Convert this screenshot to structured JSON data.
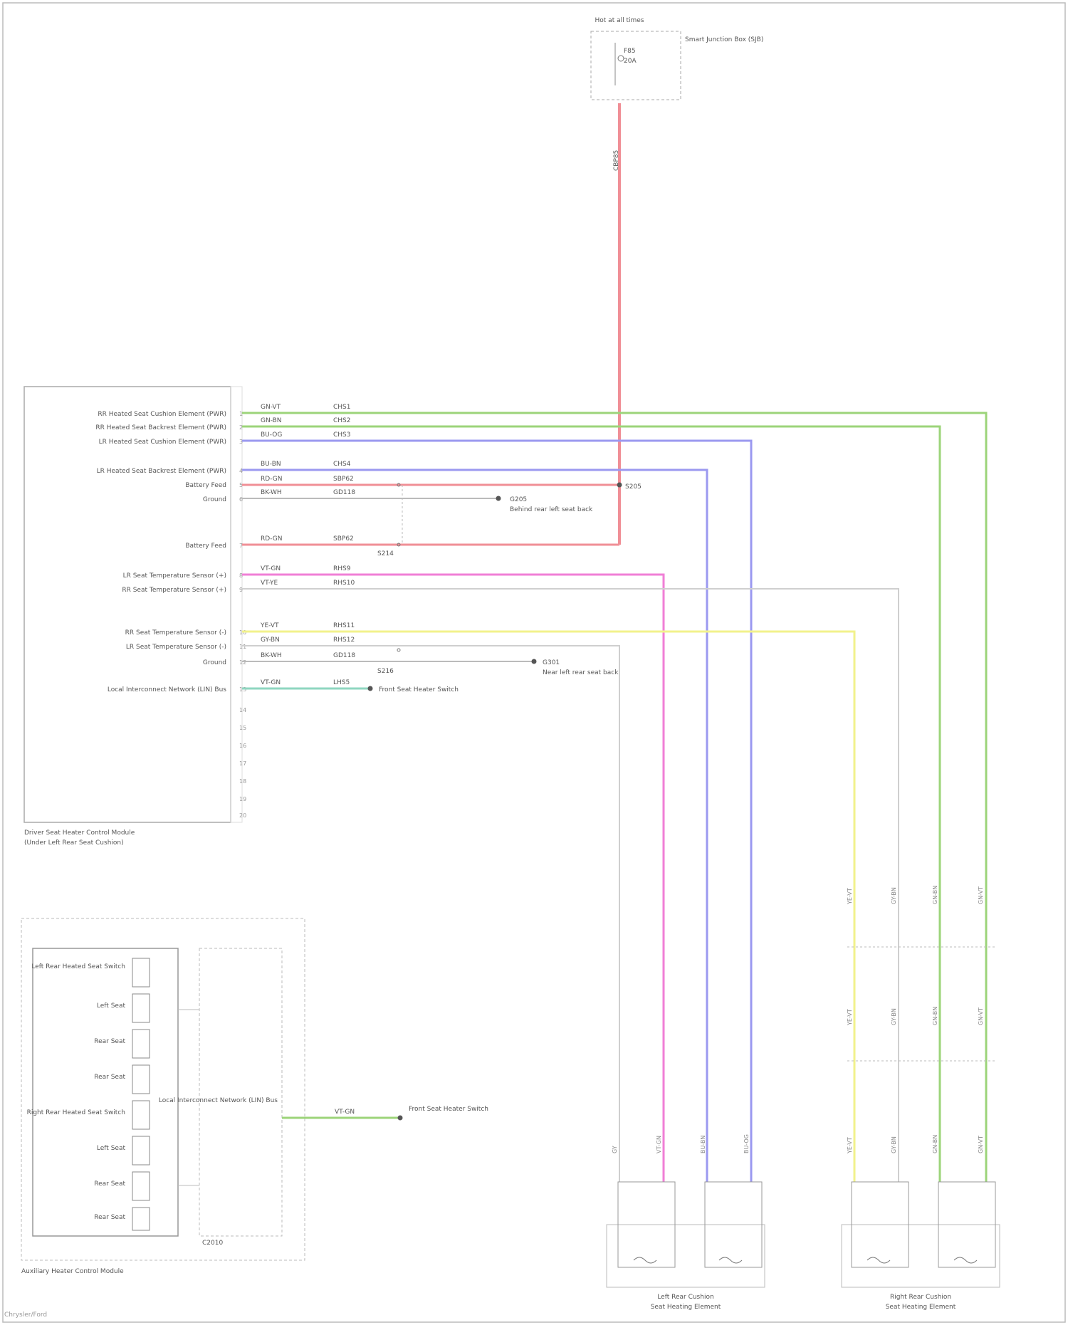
{
  "colors": {
    "red": "#f08f96",
    "green": "#9cd47a",
    "blue": "#9b99f0",
    "pink": "#f07fd6",
    "yellow": "#f2f28c",
    "gray": "#c8c8c8",
    "teal": "#8fd6c0"
  },
  "top_fuse": {
    "label": "Hot at all times",
    "fuse": "F85",
    "amp": "20A",
    "circuit": "CBP85",
    "box": "Smart Junction Box (SJB)"
  },
  "hsm": {
    "title_line1": "Driver Seat Heater Control Module",
    "title_line2": "(Under Left Rear Seat Cushion)",
    "pins": [
      "RR Heated Seat Cushion Element (PWR)",
      "RR Heated Seat Backrest Element (PWR)",
      "LR Heated Seat Cushion Element (PWR)",
      "LR Heated Seat Backrest Element (PWR)",
      "Battery Feed",
      "Ground",
      "Battery Feed",
      "LR Seat Temperature Sensor (+)",
      "RR Seat Temperature Sensor (+)",
      "RR Seat Temperature Sensor (-)",
      "LR Seat Temperature Sensor (-)",
      "Ground",
      "Local Interconnect Network (LIN) Bus"
    ],
    "wires": [
      "GN-VT",
      "GN-BN",
      "BU-OG",
      "BU-BN",
      "RD-GN",
      "BK-WH",
      "RD-GN",
      "VT-GN",
      "VT-YE",
      "YE-VT",
      "GY-BN",
      "BK-WH",
      "VT-GN"
    ],
    "circuits": [
      "CHS1",
      "CHS2",
      "CHS3",
      "CHS4",
      "SBP62",
      "GD118",
      "SBP62",
      "RHS9",
      "RHS10",
      "RHS11",
      "RHS12",
      "GD118",
      "LHS5"
    ],
    "splices": [
      "S205",
      "S214",
      "S216"
    ],
    "grounds": [
      {
        "id": "G205",
        "desc": "Behind rear left seat back"
      },
      {
        "id": "G301",
        "desc": "Near left rear seat back"
      }
    ],
    "lin_dest": "Front Seat Heater Switch"
  },
  "aux_module": {
    "title": "Auxiliary Heater Control Module",
    "switches": [
      "Left Rear Heated Seat Switch",
      "Left Seat",
      "Rear Seat",
      "Rear Seat",
      "Right Rear Heated Seat Switch",
      "Left Seat",
      "Rear Seat",
      "Rear Seat"
    ],
    "lin_label": "Local Interconnect Network (LIN) Bus",
    "wire": "VT-GN",
    "lin_dest": "Front Seat Heater Switch",
    "code": "C2010"
  },
  "left_cushion": {
    "title_line1": "Left Rear Cushion",
    "title_line2": "Seat Heating Element"
  },
  "right_cushion": {
    "title_line1": "Right Rear Cushion",
    "title_line2": "Seat Heating Element"
  },
  "footer": "Chrysler/Ford"
}
